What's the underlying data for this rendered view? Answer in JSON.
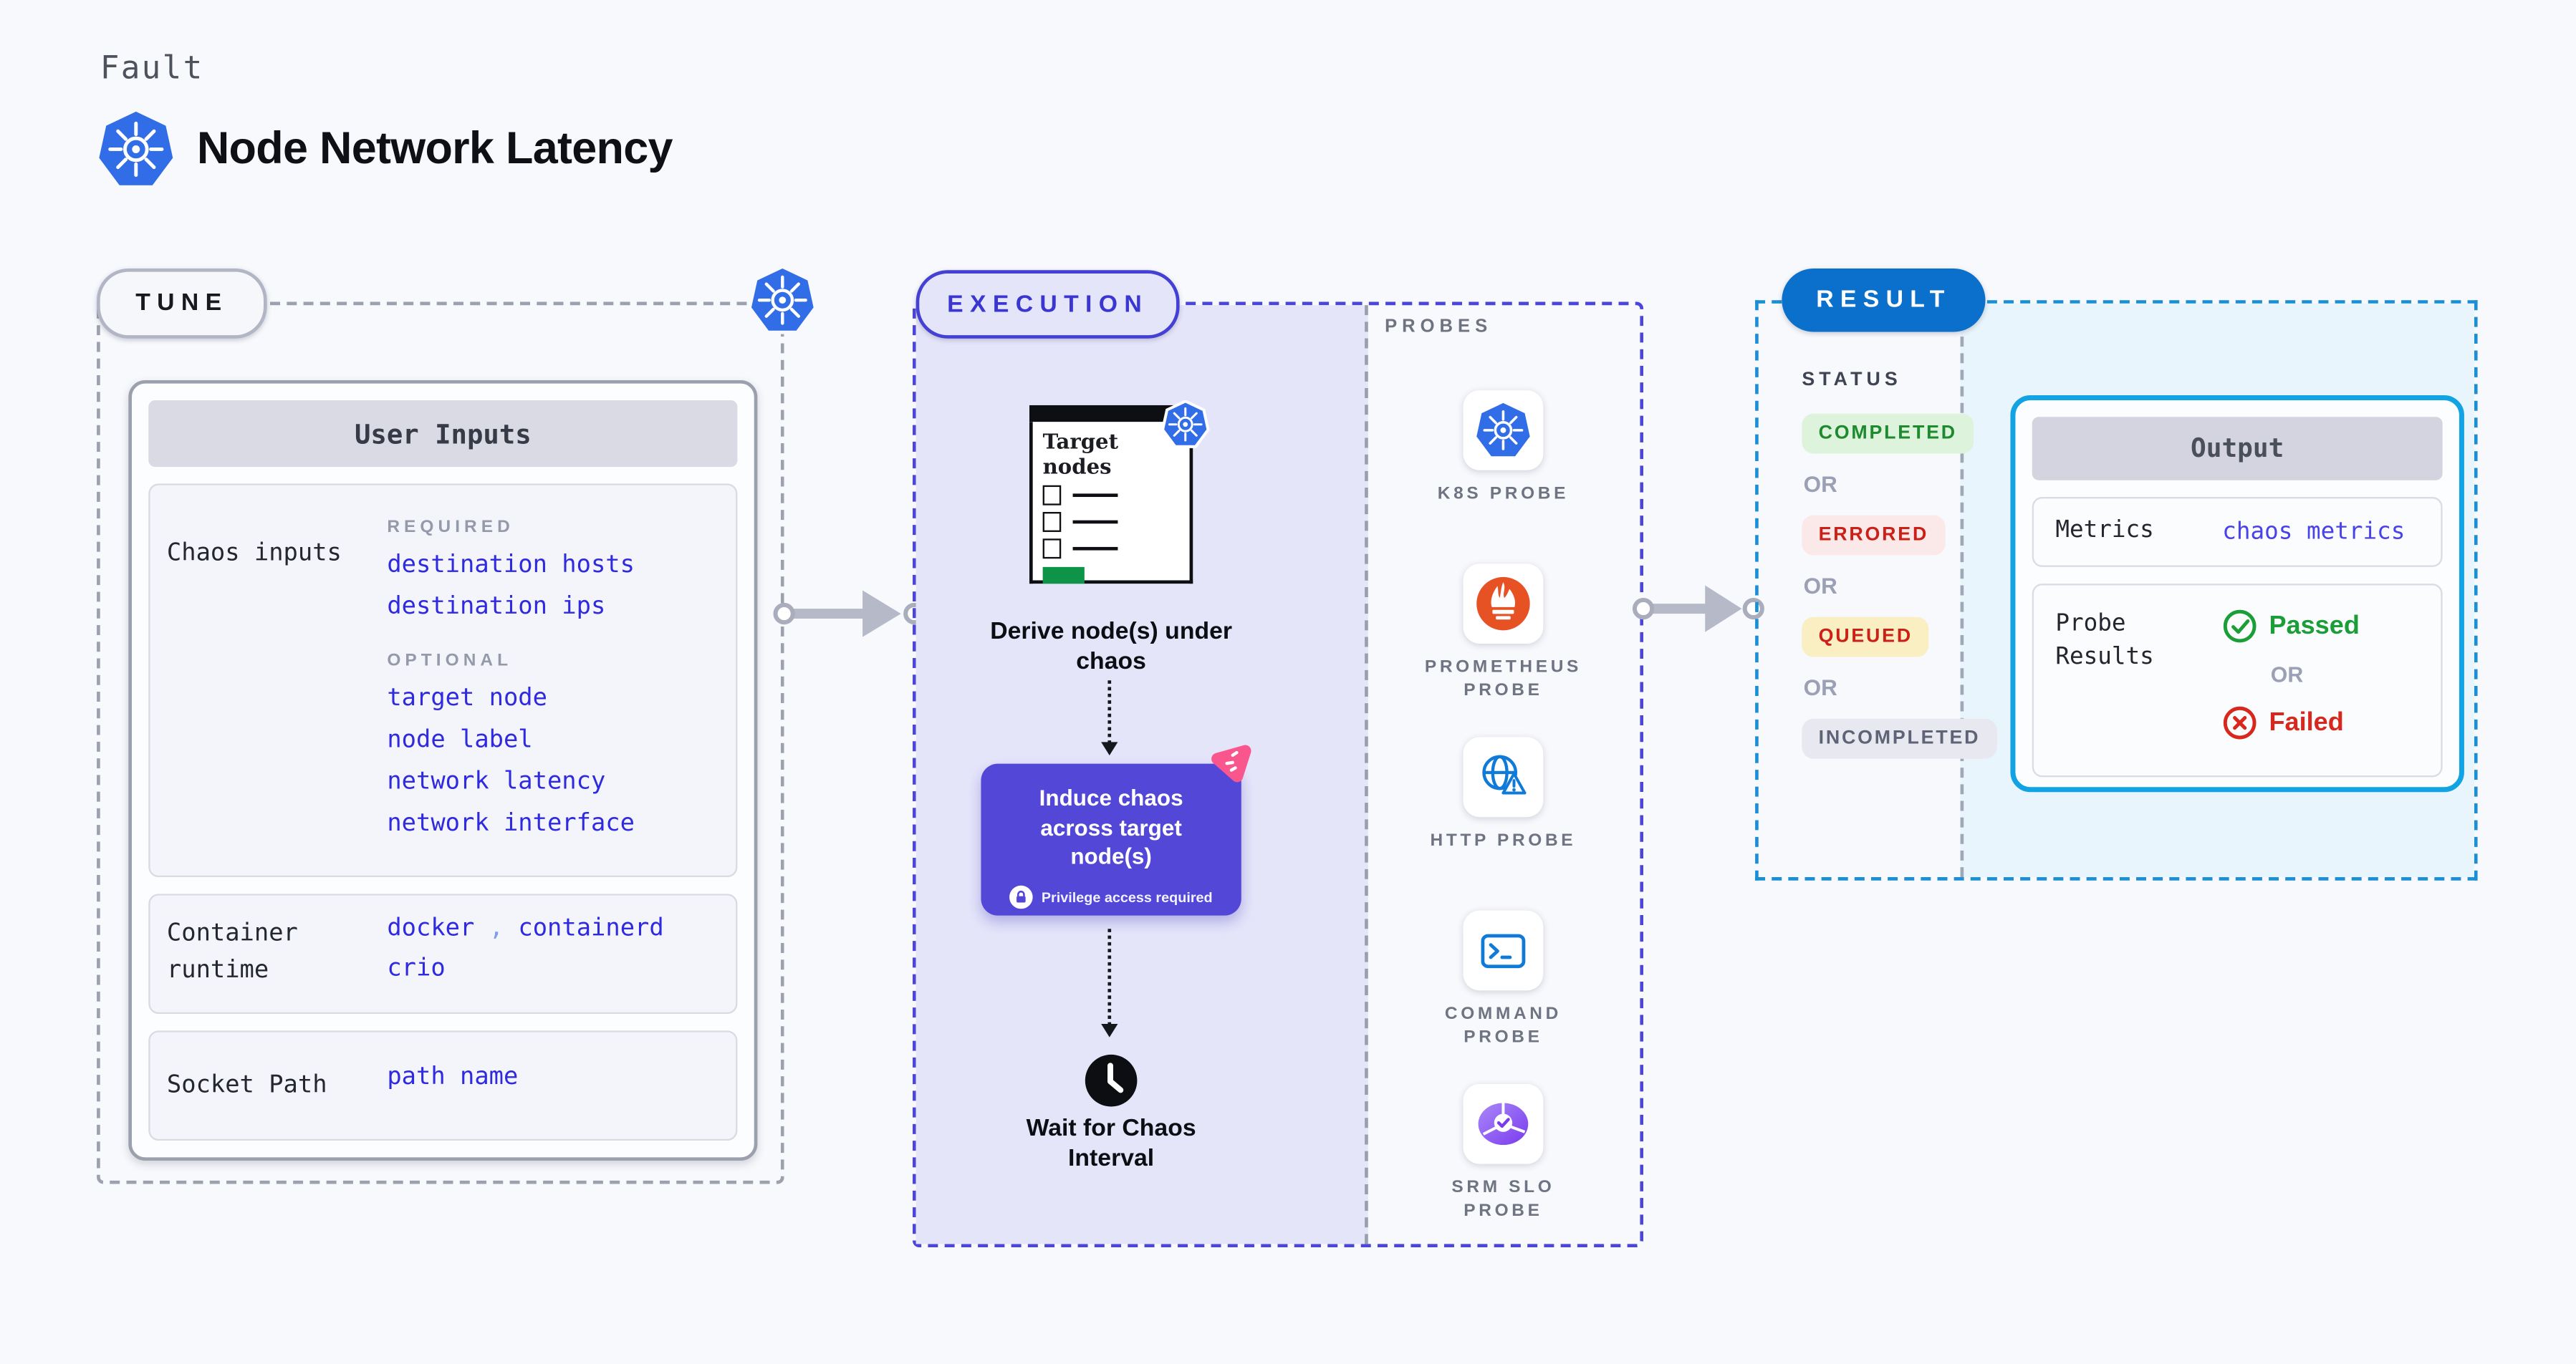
{
  "header": {
    "eyebrow": "Fault",
    "title": "Node Network Latency",
    "icon": "kubernetes-icon"
  },
  "tune": {
    "label": "TUNE",
    "corner_icon": "kubernetes-icon",
    "user_inputs": {
      "title": "User Inputs",
      "chaos_inputs": {
        "label": "Chaos inputs",
        "required_heading": "REQUIRED",
        "required": [
          "destination hosts",
          "destination ips"
        ],
        "optional_heading": "OPTIONAL",
        "optional": [
          "target node",
          "node label",
          "network latency",
          "network interface"
        ]
      },
      "container_runtime": {
        "label": "Container runtime",
        "values": [
          "docker",
          "containerd",
          "crio"
        ],
        "separator": ","
      },
      "socket_path": {
        "label": "Socket Path",
        "value": "path name"
      }
    }
  },
  "execution": {
    "label": "EXECUTION",
    "target_card": {
      "title": "Target nodes",
      "badge_icon": "kubernetes-icon"
    },
    "step1": "Derive node(s) under chaos",
    "chaos_box": {
      "title": "Induce chaos across target node(s)",
      "note": "Privilege access required",
      "note_icon": "lock-icon",
      "corner_icon": "litmus-chaos-icon"
    },
    "step3": "Wait for Chaos Interval",
    "step3_icon": "clock-icon"
  },
  "probes": {
    "heading": "PROBES",
    "items": [
      {
        "label": "K8S PROBE",
        "icon": "kubernetes-icon"
      },
      {
        "label": "PROMETHEUS PROBE",
        "icon": "prometheus-icon"
      },
      {
        "label": "HTTP PROBE",
        "icon": "http-globe-warning-icon"
      },
      {
        "label": "COMMAND PROBE",
        "icon": "terminal-icon"
      },
      {
        "label": "SRM SLO PROBE",
        "icon": "slo-pie-check-icon"
      }
    ]
  },
  "result": {
    "label": "RESULT",
    "status": {
      "heading": "STATUS",
      "separator": "OR",
      "badges": [
        {
          "label": "COMPLETED",
          "bg": "#ddf3dc",
          "color": "#1d8a2e"
        },
        {
          "label": "ERRORED",
          "bg": "#fbe9e9",
          "color": "#cb2017"
        },
        {
          "label": "QUEUED",
          "bg": "#faeec3",
          "color": "#cb2017"
        },
        {
          "label": "INCOMPLETED",
          "bg": "#e7e8f0",
          "color": "#5e6375"
        }
      ]
    },
    "output": {
      "title": "Output",
      "metrics": {
        "label": "Metrics",
        "value": "chaos metrics"
      },
      "probe_results": {
        "label": "Probe Results",
        "passed": "Passed",
        "separator": "OR",
        "failed": "Failed",
        "passed_icon": "check-circle-icon",
        "failed_icon": "x-circle-icon"
      }
    }
  },
  "colors": {
    "kubernetes_blue": "#316de6",
    "accent_indigo": "#4b46d8",
    "execution_lavender": "#e5e5fa",
    "chaos_purple": "#5347d8",
    "litmus_pink": "#f9568e",
    "result_pill_blue": "#0b70cb",
    "result_border_blue": "#1b8fd6",
    "output_border_cyan": "#12a3e2",
    "output_area_cyan": "#e9f5fc",
    "value_blue": "#2f2ae0",
    "prometheus_orange": "#e75225",
    "passed_green": "#1b9e37",
    "failed_red": "#d8271c",
    "target_green": "#0d9448"
  }
}
